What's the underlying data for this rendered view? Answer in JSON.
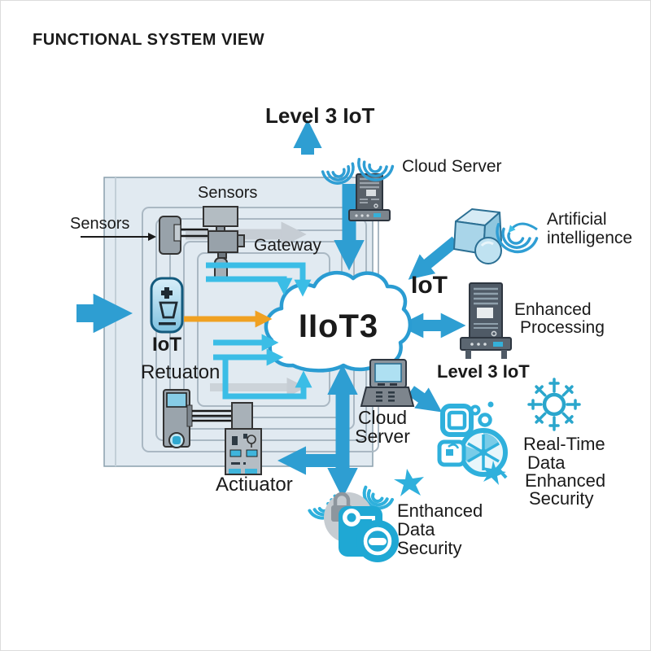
{
  "title": "FUNCTIONAL SYSTEM VIEW",
  "colors": {
    "arrow_blue": "#2e9ed2",
    "arrow_cyan": "#3bbde6",
    "arrow_orange": "#f0a122",
    "panel_fill": "#e1eaf1",
    "cloud_stroke": "#2a9cd2",
    "icon_blue": "#2fb0dc",
    "text": "#1a1a1a"
  },
  "panel": {
    "sensors_top_label": "Sensors",
    "sensors_left_label": "Sensors",
    "gateway_label": "Gateway",
    "iot_device_label": "IoT",
    "retuaton_label": "Retuaton",
    "actuator_label": "Actiuator"
  },
  "top": {
    "level3_label": "Level 3 IoT",
    "cloud_server_label": "Cloud Server"
  },
  "cloud": {
    "label": "IIoT3"
  },
  "right": {
    "ai_label_line1": "Artificial",
    "ai_label_line2": "intelligence",
    "iot_label": "IoT",
    "processing_line1": "Enhanced",
    "processing_line2": "Processing",
    "level3_label": "Level 3 IoT"
  },
  "bottom": {
    "cloud_server_line1": "Cloud",
    "cloud_server_line2": "Server",
    "realtime_line1": "Real-Time",
    "realtime_line2": "Data",
    "realtime_line3": "Enhanced",
    "realtime_line4": "Security",
    "security_line1": "Enthanced",
    "security_line2": "Data",
    "security_line3": "Security"
  },
  "icons": [
    "wifi-icon",
    "server-tower-icon",
    "monitor-icon",
    "ai-machine-icon",
    "cloud-icon",
    "snowflake-icon",
    "data-wheel-icon",
    "app-icon",
    "export-icon",
    "spark-icon",
    "padlock-icon",
    "shield-doc-icon",
    "badge-circle-icon",
    "sensor-icon",
    "valve-icon",
    "iot-device-icon",
    "actuator-unit-icon",
    "actuator-panel-icon"
  ]
}
